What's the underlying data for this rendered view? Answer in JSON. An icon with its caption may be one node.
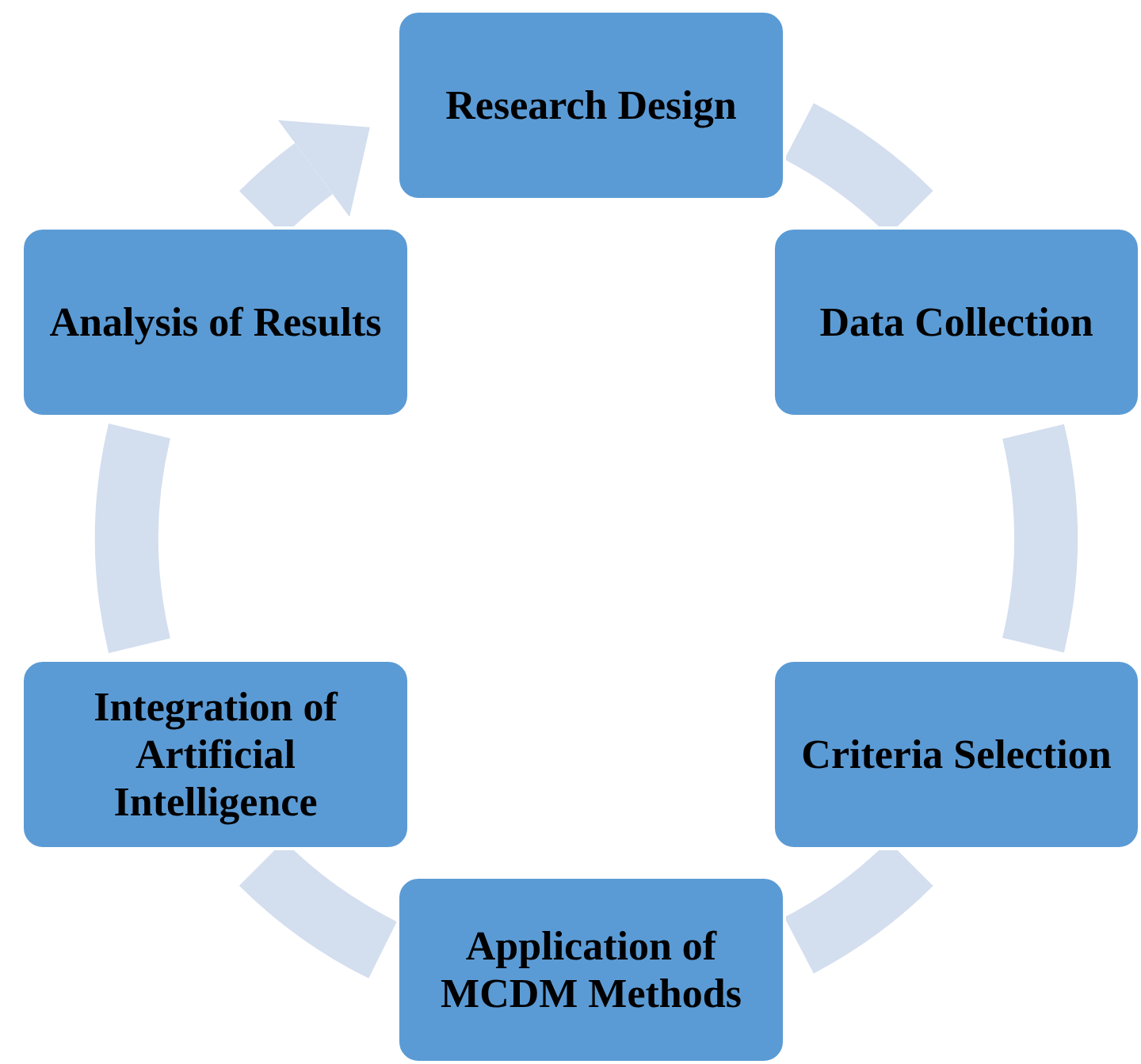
{
  "diagram": {
    "nodes": [
      {
        "text": [
          "Research Design"
        ]
      },
      {
        "text": [
          "Data Collection"
        ]
      },
      {
        "text": [
          "Criteria Selection"
        ]
      },
      {
        "text": [
          "Application of MCDM Methods"
        ]
      },
      {
        "text": [
          "Integration of Artificial Intelligence"
        ]
      },
      {
        "text": [
          "Analysis of Results"
        ]
      }
    ],
    "edges": [
      {
        "from": 0,
        "to": 1,
        "arrow": "none"
      },
      {
        "from": 1,
        "to": 2,
        "arrow": "none"
      },
      {
        "from": 2,
        "to": 3,
        "arrow": "none"
      },
      {
        "from": 3,
        "to": 4,
        "arrow": "none"
      },
      {
        "from": 4,
        "to": 5,
        "arrow": "none"
      },
      {
        "from": 5,
        "to": 0,
        "arrow": "to"
      }
    ]
  }
}
